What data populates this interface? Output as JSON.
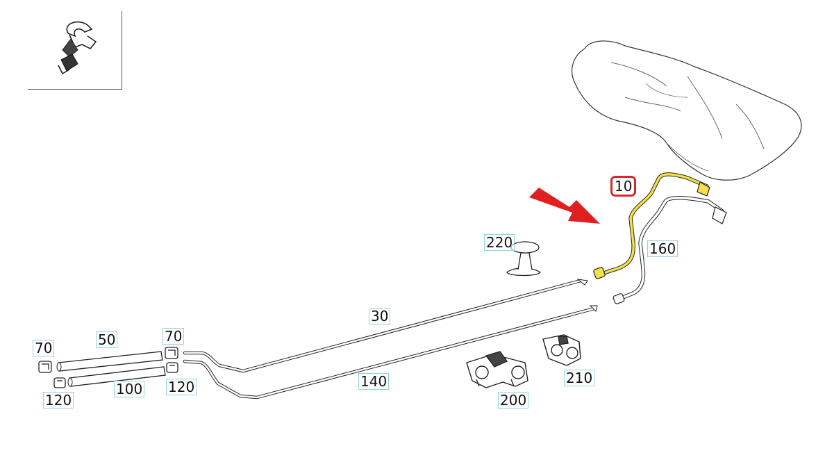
{
  "diagram": {
    "callouts": [
      {
        "id": "c10",
        "text": "10",
        "highlighted": true
      },
      {
        "id": "c30",
        "text": "30"
      },
      {
        "id": "c50",
        "text": "50"
      },
      {
        "id": "c70a",
        "text": "70"
      },
      {
        "id": "c70b",
        "text": "70"
      },
      {
        "id": "c100",
        "text": "100"
      },
      {
        "id": "c120a",
        "text": "120"
      },
      {
        "id": "c120b",
        "text": "120"
      },
      {
        "id": "c140",
        "text": "140"
      },
      {
        "id": "c160",
        "text": "160"
      },
      {
        "id": "c200",
        "text": "200"
      },
      {
        "id": "c210",
        "text": "210"
      },
      {
        "id": "c220",
        "text": "220"
      }
    ],
    "colors": {
      "line": "#2a2a2a",
      "highlight_part": "#f2e14a",
      "callout_border": "#8fd3e6",
      "selected_border": "#d32a2a",
      "arrow": "#e02020"
    }
  }
}
